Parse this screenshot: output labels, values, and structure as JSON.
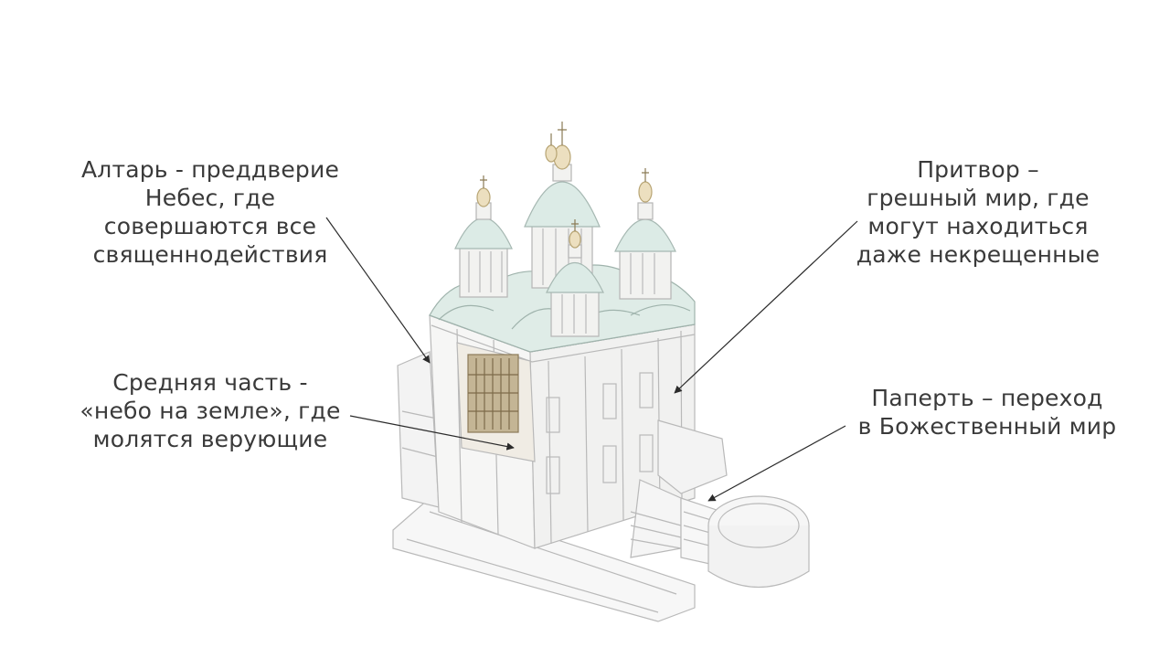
{
  "labels": {
    "altar": {
      "lines": [
        "Алтарь - преддверие",
        "Небес, где",
        "совершаются все",
        "священнодействия"
      ]
    },
    "narthex": {
      "lines": [
        "Притвор –",
        "грешный мир, где",
        "могут находиться",
        "даже некрещенные"
      ]
    },
    "nave": {
      "lines": [
        "Средняя часть -",
        "«небо на земле», где",
        "молятся верующие"
      ]
    },
    "porch": {
      "lines": [
        "Паперть – переход",
        "в Божественный мир"
      ]
    }
  },
  "colors": {
    "text": "#3a3a3a",
    "line": "#2b2b2b",
    "roof": "#dcebe6",
    "stone": "#f4f4f2",
    "gold": "#e9dcb8",
    "iconostasis": "#9b8a6a"
  }
}
